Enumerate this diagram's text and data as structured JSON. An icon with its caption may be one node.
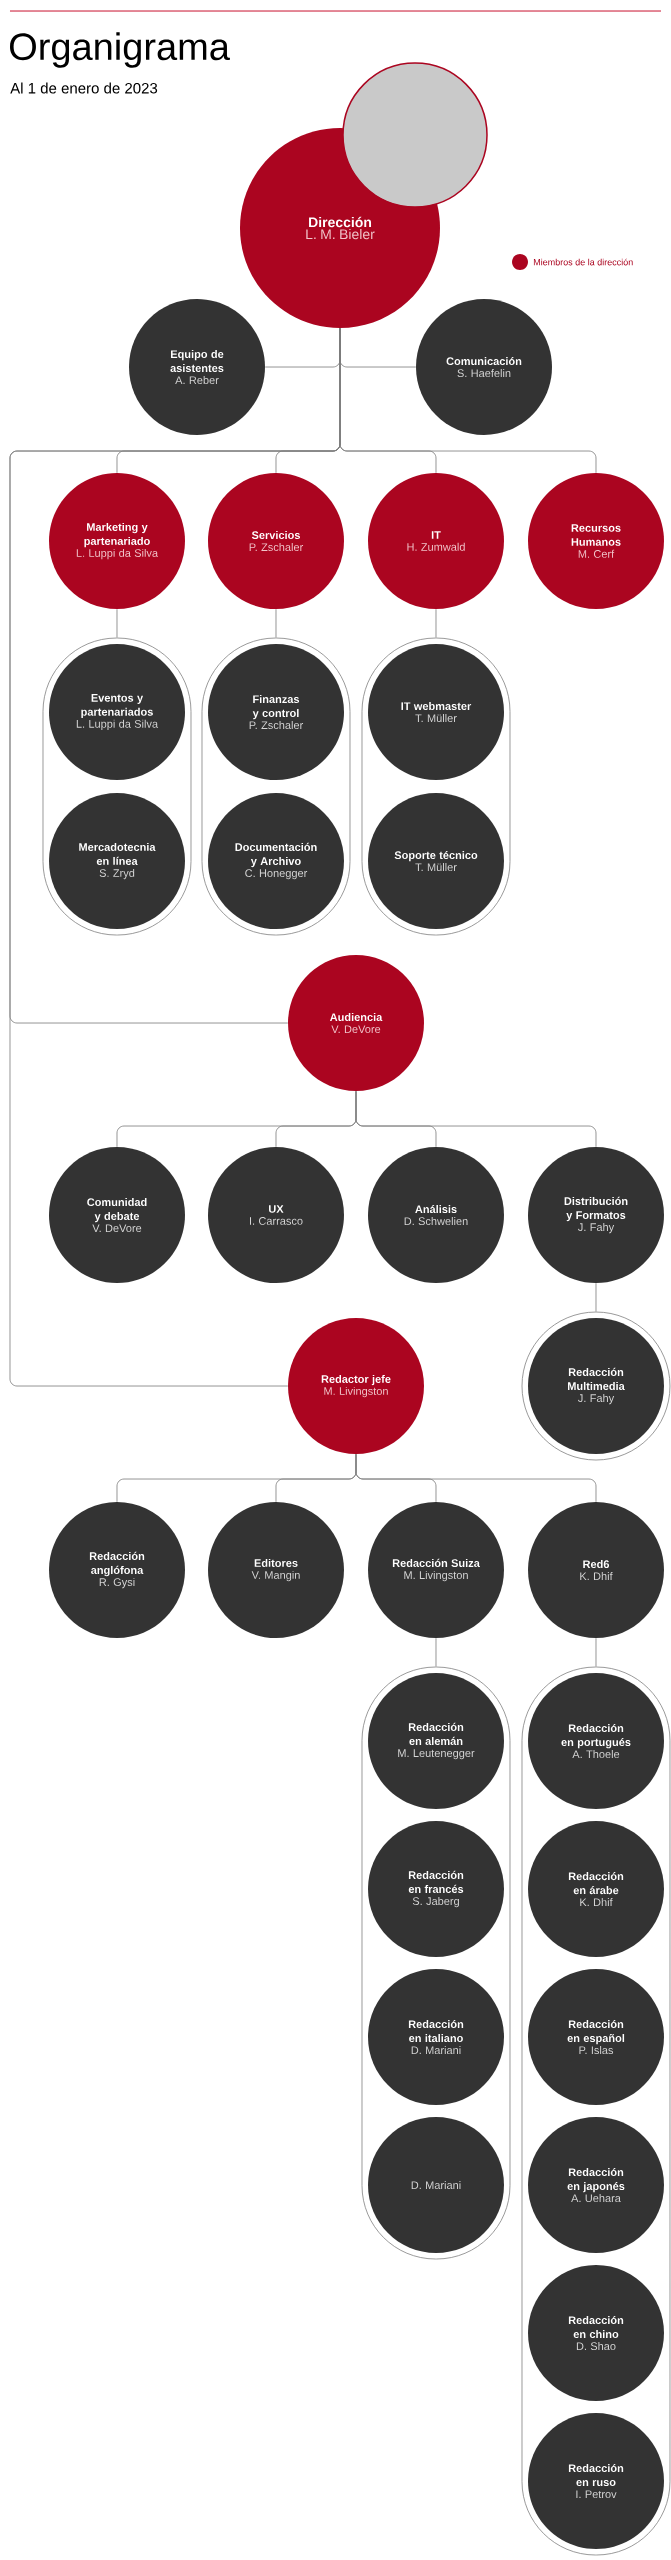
{
  "diagram": {
    "title": "Organigrama",
    "nodes": [
      {
        "text": [
          "Dirección",
          "L. M. Bieler"
        ]
      },
      {
        "text": [
          "Equipo de asistentes",
          "A. Reber"
        ]
      },
      {
        "text": [
          "Comunicación",
          "S. Haefelin"
        ]
      },
      {
        "text": [
          "Marketing y partenariado",
          "L. Luppi da Silva"
        ]
      },
      {
        "text": [
          "Servicios",
          "P. Zschaler"
        ]
      },
      {
        "text": [
          "IT",
          "H. Zumwald"
        ]
      },
      {
        "text": [
          "Recursos Humanos",
          "M. Cerf"
        ]
      },
      {
        "text": [],
        "shape": "box"
      },
      {
        "text": [
          "Eventos y partenariados",
          "L. Luppi da Silva"
        ],
        "in": 7
      },
      {
        "text": [
          "Mercadotecnia en línea",
          "S. Zryd"
        ],
        "in": 7
      },
      {
        "text": [],
        "shape": "box"
      },
      {
        "text": [
          "Finanzas y control",
          "P. Zschaler"
        ],
        "in": 10
      },
      {
        "text": [
          "Documentación y Archivo",
          "C. Honegger"
        ],
        "in": 10
      },
      {
        "text": [],
        "shape": "box"
      },
      {
        "text": [
          "IT webmaster",
          "T. Müller"
        ],
        "in": 13
      },
      {
        "text": [
          "Soporte técnico",
          "T. Müller"
        ],
        "in": 13
      },
      {
        "text": [
          "Audiencia",
          "V. DeVore"
        ]
      },
      {
        "text": [
          "Comunidad y debate",
          "V. DeVore"
        ]
      },
      {
        "text": [
          "UX",
          "I. Carrasco"
        ]
      },
      {
        "text": [
          "Análisis",
          "D. Schwelien"
        ]
      },
      {
        "text": [
          "Distribución y Formatos",
          "J. Fahy"
        ]
      },
      {
        "text": [],
        "shape": "circle"
      },
      {
        "text": [
          "Redacción Multimedia",
          "J. Fahy"
        ],
        "in": 21
      },
      {
        "text": [
          "Redactor jefe",
          "M. Livingston"
        ]
      },
      {
        "text": [
          "Redacción anglófona",
          "R. Gysi"
        ]
      },
      {
        "text": [
          "Editores",
          "V. Mangin"
        ]
      },
      {
        "text": [
          "Redacción Suiza",
          "M. Livingston"
        ]
      },
      {
        "text": [
          "Red6",
          "K. Dhif"
        ]
      },
      {
        "text": [],
        "shape": "box"
      },
      {
        "text": [
          "Redacción en alemán",
          "M. Leutenegger"
        ],
        "in": 28
      },
      {
        "text": [
          "Redacción en francés",
          "S. Jaberg"
        ],
        "in": 28
      },
      {
        "text": [
          "Redacción en italiano",
          "D. Mariani"
        ],
        "in": 28
      },
      {
        "text": [
          "D. Mariani"
        ],
        "in": 28
      },
      {
        "text": [],
        "shape": "box"
      },
      {
        "text": [
          "Redacción en portugués",
          "A. Thoele"
        ],
        "in": 33
      },
      {
        "text": [
          "Redacción en árabe",
          "K. Dhif"
        ],
        "in": 33
      },
      {
        "text": [
          "Redacción en español",
          "P. Islas"
        ],
        "in": 33
      },
      {
        "text": [
          "Redacción en japonés",
          "A. Uehara"
        ],
        "in": 33
      },
      {
        "text": [
          "Redacción en chino",
          "D. Shao"
        ],
        "in": 33
      },
      {
        "text": [
          "Redacción en ruso",
          "I. Petrov"
        ],
        "in": 33
      }
    ],
    "edges": [
      {
        "from": 0,
        "to": 1,
        "arrow": "none"
      },
      {
        "from": 0,
        "to": 2,
        "arrow": "none"
      },
      {
        "from": 0,
        "to": 3,
        "arrow": "none"
      },
      {
        "from": 0,
        "to": 4,
        "arrow": "none"
      },
      {
        "from": 0,
        "to": 5,
        "arrow": "none"
      },
      {
        "from": 0,
        "to": 6,
        "arrow": "none"
      },
      {
        "from": 0,
        "to": 16,
        "arrow": "none"
      },
      {
        "from": 0,
        "to": 23,
        "arrow": "none"
      },
      {
        "from": 3,
        "to": 7,
        "arrow": "none"
      },
      {
        "from": 4,
        "to": 10,
        "arrow": "none"
      },
      {
        "from": 5,
        "to": 13,
        "arrow": "none"
      },
      {
        "from": 16,
        "to": 17,
        "arrow": "none"
      },
      {
        "from": 16,
        "to": 18,
        "arrow": "none"
      },
      {
        "from": 16,
        "to": 19,
        "arrow": "none"
      },
      {
        "from": 16,
        "to": 20,
        "arrow": "none"
      },
      {
        "from": 20,
        "to": 21,
        "arrow": "none"
      },
      {
        "from": 23,
        "to": 24,
        "arrow": "none"
      },
      {
        "from": 23,
        "to": 25,
        "arrow": "none"
      },
      {
        "from": 23,
        "to": 26,
        "arrow": "none"
      },
      {
        "from": 23,
        "to": 27,
        "arrow": "none"
      },
      {
        "from": 26,
        "to": 28,
        "arrow": "none"
      },
      {
        "from": 27,
        "to": 33,
        "arrow": "none"
      }
    ],
    "labels": [
      "Al 1 de enero de 2023"
    ],
    "legend": [
      {
        "text": "Miembros de la dirección",
        "color": "#ab0520"
      }
    ]
  }
}
